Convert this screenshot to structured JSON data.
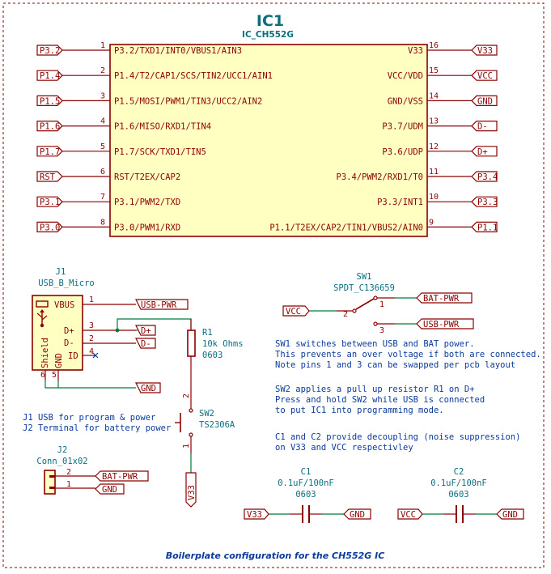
{
  "ic": {
    "ref": "IC1",
    "value": "IC_CH552G",
    "left_pins": [
      {
        "num": "1",
        "name": "P3.2/TXD1/INT0/VBUS1/AIN3",
        "net": "P3.2"
      },
      {
        "num": "2",
        "name": "P1.4/T2/CAP1/SCS/TIN2/UCC1/AIN1",
        "net": "P1.4"
      },
      {
        "num": "3",
        "name": "P1.5/MOSI/PWM1/TIN3/UCC2/AIN2",
        "net": "P1.5"
      },
      {
        "num": "4",
        "name": "P1.6/MISO/RXD1/TIN4",
        "net": "P1.6"
      },
      {
        "num": "5",
        "name": "P1.7/SCK/TXD1/TIN5",
        "net": "P1.7"
      },
      {
        "num": "6",
        "name": "RST/T2EX/CAP2",
        "net": "RST"
      },
      {
        "num": "7",
        "name": "P3.1/PWM2/TXD",
        "net": "P3.1"
      },
      {
        "num": "8",
        "name": "P3.0/PWM1/RXD",
        "net": "P3.0"
      }
    ],
    "right_pins": [
      {
        "num": "16",
        "name": "V33",
        "net": "V33"
      },
      {
        "num": "15",
        "name": "VCC/VDD",
        "net": "VCC"
      },
      {
        "num": "14",
        "name": "GND/VSS",
        "net": "GND"
      },
      {
        "num": "13",
        "name": "P3.7/UDM",
        "net": "D-"
      },
      {
        "num": "12",
        "name": "P3.6/UDP",
        "net": "D+"
      },
      {
        "num": "11",
        "name": "P3.4/PWM2/RXD1/T0",
        "net": "P3.4"
      },
      {
        "num": "10",
        "name": "P3.3/INT1",
        "net": "P3.3"
      },
      {
        "num": "9",
        "name": "P1.1/T2EX/CAP2/TIN1/VBUS2/AIN0",
        "net": "P1.1"
      }
    ]
  },
  "j1": {
    "ref": "J1",
    "value": "USB_B_Micro",
    "pins": {
      "vbus": "VBUS",
      "dp": "D+",
      "dm": "D-",
      "id": "ID",
      "gnd": "GND",
      "shield": "Shield"
    },
    "pin_nums": {
      "vbus": "1",
      "dp": "3",
      "dm": "2",
      "id": "4",
      "gnd": "5",
      "shield": "6"
    },
    "nets": {
      "pwr": "USB-PWR",
      "dp": "D+",
      "dm": "D-",
      "gnd": "GND"
    }
  },
  "r1": {
    "ref": "R1",
    "value": "10k Ohms",
    "footprint": "0603"
  },
  "sw1": {
    "ref": "SW1",
    "value": "SPDT_C136659",
    "pin1": "1",
    "pin2": "2",
    "pin3": "3",
    "net_vcc": "VCC",
    "net_bat": "BAT-PWR",
    "net_usb": "USB-PWR"
  },
  "sw2": {
    "ref": "SW2",
    "value": "TS2306A",
    "pin1": "1",
    "pin2": "2",
    "net": "V33"
  },
  "j2": {
    "ref": "J2",
    "value": "Conn_01x02",
    "pin1": "1",
    "pin2": "2",
    "net1": "GND",
    "net2": "BAT-PWR"
  },
  "c1": {
    "ref": "C1",
    "value": "0.1uF/100nF",
    "footprint": "0603",
    "net_left": "V33",
    "net_right": "GND"
  },
  "c2": {
    "ref": "C2",
    "value": "0.1uF/100nF",
    "footprint": "0603",
    "net_left": "VCC",
    "net_right": "GND"
  },
  "notes": {
    "j": [
      "J1 USB for program & power",
      "J2 Terminal for battery power"
    ],
    "sw1": [
      "SW1 switches between USB and BAT power.",
      "This prevents an over voltage if both are connected.",
      "Note pins 1 and 3 can be swapped per pcb layout"
    ],
    "sw2": [
      "SW2 applies a pull up resistor R1 on D+",
      "Press and hold SW2 while USB is connected",
      "to put IC1 into programming mode."
    ],
    "caps": [
      "C1 and C2 provide decoupling (noise suppression)",
      "on V33 and VCC respectivley"
    ]
  },
  "footer": "Boilerplate configuration for the CH552G IC",
  "colors": {
    "wire": "#007a3d",
    "body": "#8b0000",
    "fill": "#ffffc2",
    "ref": "#0b6f80",
    "note": "#0b3a9c"
  }
}
